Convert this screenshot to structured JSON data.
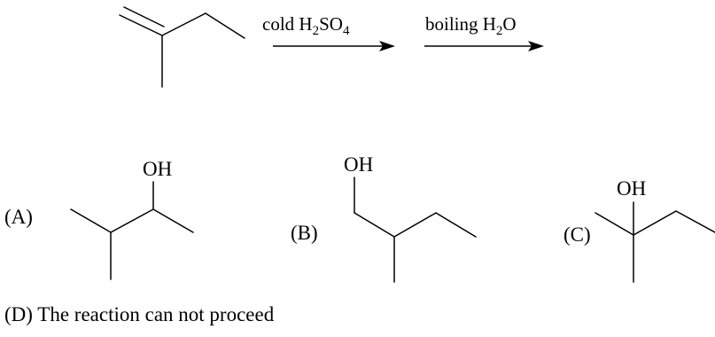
{
  "reaction": {
    "reagents": [
      {
        "text": "cold H",
        "sub": "2",
        "text2": "SO",
        "sub2": "4",
        "text3": ""
      },
      {
        "text": "boiling H",
        "sub": "2",
        "text2": "O",
        "sub2": "",
        "text3": ""
      }
    ]
  },
  "choices": [
    {
      "label": "(A)",
      "group": "OH"
    },
    {
      "label": "(B)",
      "group": "OH"
    },
    {
      "label": "(C)",
      "group": "OH"
    },
    {
      "label": "(D)",
      "text": "The reaction can not proceed"
    }
  ]
}
